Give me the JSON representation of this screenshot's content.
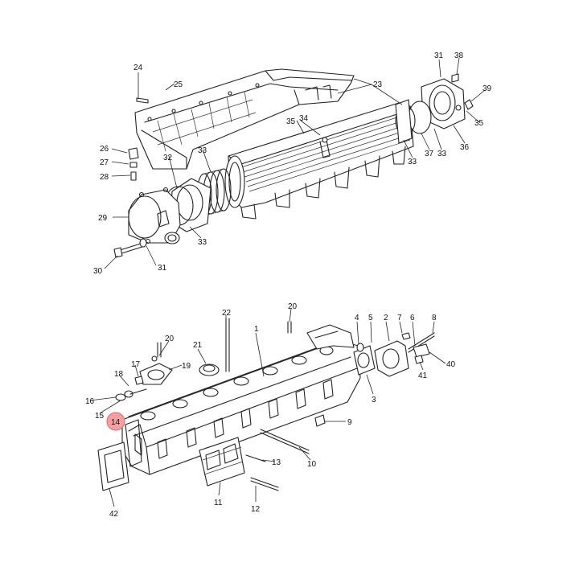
{
  "diagram": {
    "highlight_color": "#f4a0a0",
    "labels": {
      "l24": "24",
      "l25": "25",
      "l23": "23",
      "l31a": "31",
      "l38": "38",
      "l39": "39",
      "l35a": "35",
      "l35b": "35",
      "l34": "34",
      "l36": "36",
      "l37": "37",
      "l33a": "33",
      "l33b": "33",
      "l33c": "33",
      "l33d": "33",
      "l26": "26",
      "l27": "27",
      "l28": "28",
      "l32": "32",
      "l29": "29",
      "l30": "30",
      "l31b": "31",
      "l22": "22",
      "l20a": "20",
      "l20b": "20",
      "l21": "21",
      "l19": "19",
      "l17": "17",
      "l18": "18",
      "l16": "16",
      "l15": "15",
      "l14": "14",
      "l1": "1",
      "l4": "4",
      "l5": "5",
      "l2": "2",
      "l7": "7",
      "l6": "6",
      "l8": "8",
      "l40": "40",
      "l41": "41",
      "l3": "3",
      "l9": "9",
      "l10": "10",
      "l13": "13",
      "l11": "11",
      "l12": "12",
      "l42": "42"
    }
  }
}
